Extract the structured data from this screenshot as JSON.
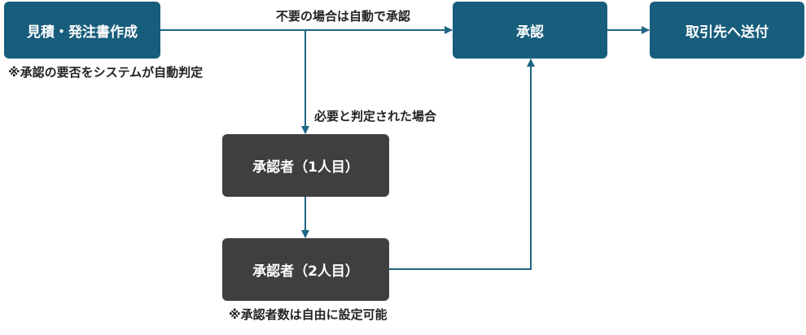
{
  "nodes": {
    "create": "見積・発注書作成",
    "approve": "承認",
    "send": "取引先へ送付",
    "approver1": "承認者（1人目）",
    "approver2": "承認者（2人目）"
  },
  "edge_labels": {
    "skip": "不要の場合は自動で承認",
    "needed": "必要と判定された場合"
  },
  "notes": {
    "auto_judge": "※承認の要否をシステムが自動判定",
    "approver_count": "※承認者数は自由に設定可能"
  },
  "colors": {
    "primary": "#175d7c",
    "approver": "#3f3f3f",
    "connector": "#1f6585"
  }
}
